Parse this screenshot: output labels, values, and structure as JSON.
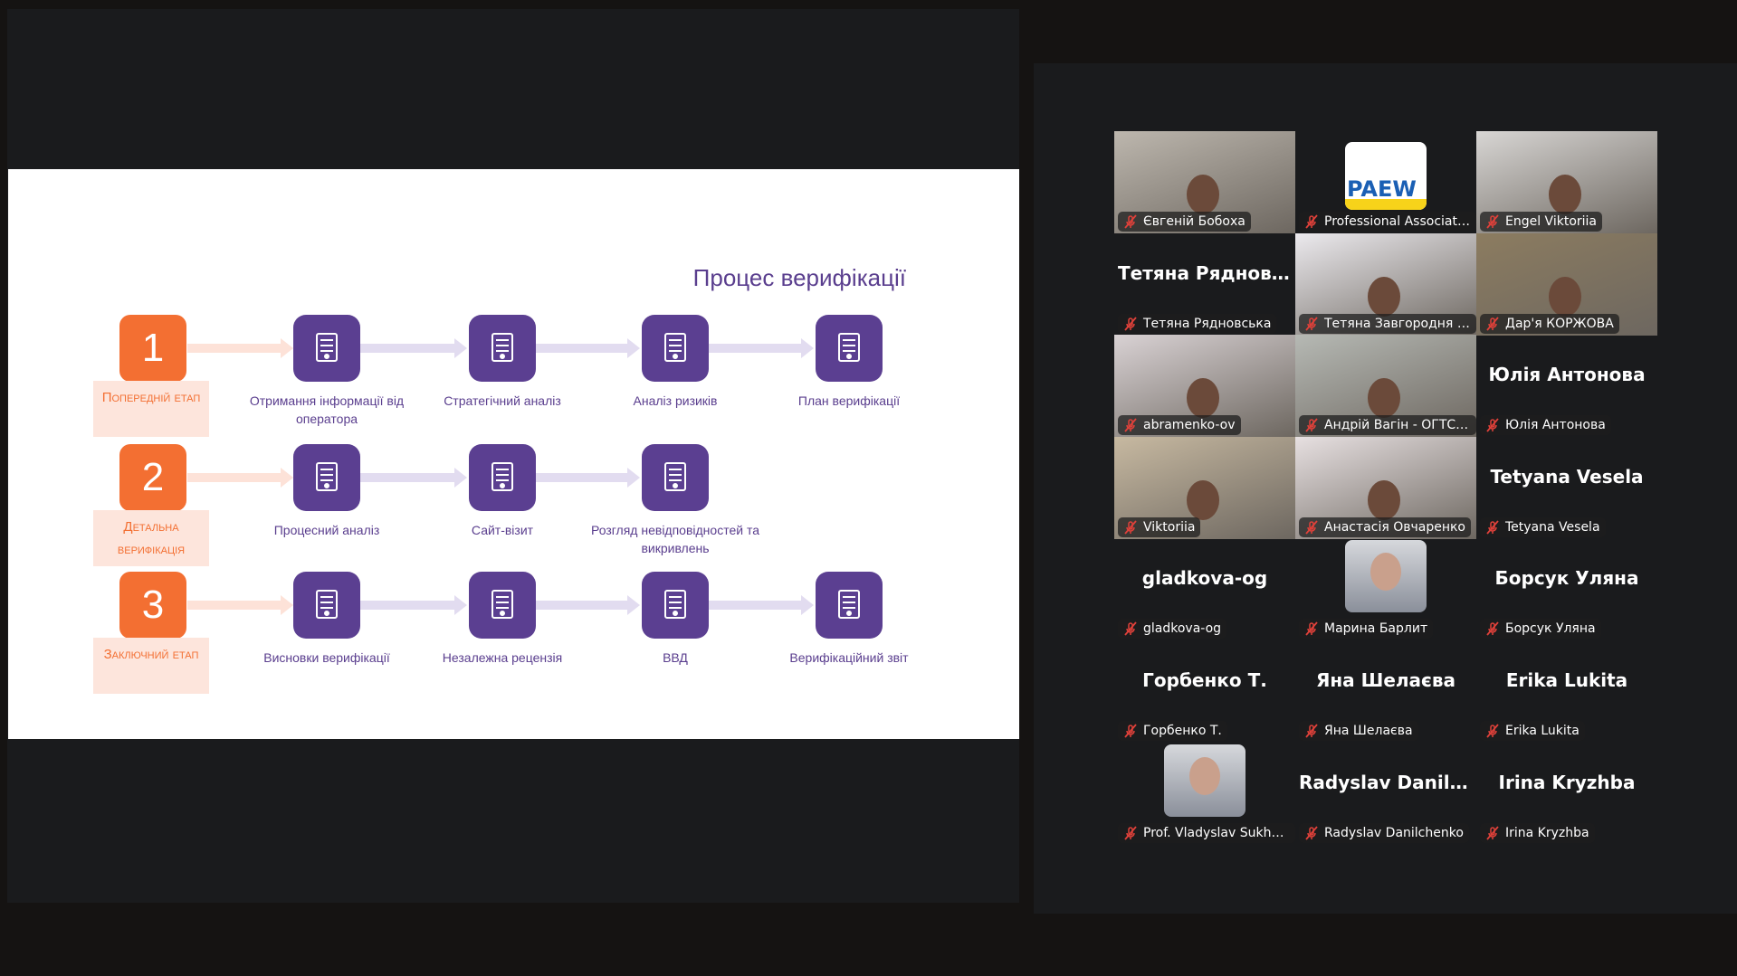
{
  "slide": {
    "title": "Процес верифікації",
    "stages": [
      {
        "number": "1",
        "label": "Попередній етап",
        "steps": [
          "Отримання інформації від оператора",
          "Стратегічний аналіз",
          "Аналіз ризиків",
          "План верифікації"
        ],
        "icons": [
          "conveyor-icon",
          "strategy-head-icon",
          "risk-analyst-icon",
          "checklist-icon"
        ]
      },
      {
        "number": "2",
        "label": "Детальна верифікація",
        "steps": [
          "Процесний аналіз",
          "Сайт-візит",
          "Розгляд невідповідностей та викривлень"
        ],
        "icons": [
          "gear-clock-icon",
          "location-pin-icon",
          "document-list-icon"
        ]
      },
      {
        "number": "3",
        "label": "Заключний етап",
        "steps": [
          "Висновки верифікації",
          "Незалежна рецензія",
          "ВВД",
          "Верифікаційний звіт"
        ],
        "icons": [
          "lightbulb-icon",
          "blueprint-icon",
          "gear-cycle-icon",
          "report-icon"
        ]
      }
    ],
    "colors": {
      "orange": "#f36f32",
      "purple": "#5b3f91"
    }
  },
  "participants": [
    {
      "name": "Євгеній Бобоха",
      "video": true
    },
    {
      "name": "Professional Associatio...",
      "video": true,
      "logo": "PAEW"
    },
    {
      "name": "Engel Viktoriia",
      "video": true
    },
    {
      "name": "Тетяна Рядновська",
      "display": "Тетяна  Рядновс...",
      "video": false
    },
    {
      "name": "Тетяна Завгородня Бюро...",
      "video": true,
      "active": true
    },
    {
      "name": "Дар'я КОРЖОВА",
      "video": true
    },
    {
      "name": "abramenko-ov",
      "video": true
    },
    {
      "name": "Андрій Вагін  - ОГТСУ ...",
      "video": true
    },
    {
      "name": "Юлія Антонова",
      "display": "Юлія Антонова",
      "video": false
    },
    {
      "name": "Viktoriia",
      "video": true
    },
    {
      "name": "Анастасія Овчаренко",
      "video": true
    },
    {
      "name": "Tetyana Vesela",
      "display": "Tetyana Vesela",
      "video": false
    },
    {
      "name": "gladkova-og",
      "display": "gladkova-og",
      "video": false
    },
    {
      "name": "Марина Барлит",
      "video": true,
      "avatar": true
    },
    {
      "name": "Борсук Уляна",
      "display": "Борсук Уляна",
      "video": false
    },
    {
      "name": "Горбенко Т.",
      "display": "Горбенко Т.",
      "video": false
    },
    {
      "name": "Яна Шелаєва",
      "display": "Яна Шелаєва",
      "video": false
    },
    {
      "name": "Erika Lukita",
      "display": "Erika Lukita",
      "video": false
    },
    {
      "name": "Prof. Vladyslav Sukhen...",
      "video": true,
      "avatar": true
    },
    {
      "name": "Radyslav Danilchenko",
      "display": "Radyslav  Danilc...",
      "video": false
    },
    {
      "name": "Irina Kryzhba",
      "display": "Irina Kryzhba",
      "video": false
    }
  ]
}
